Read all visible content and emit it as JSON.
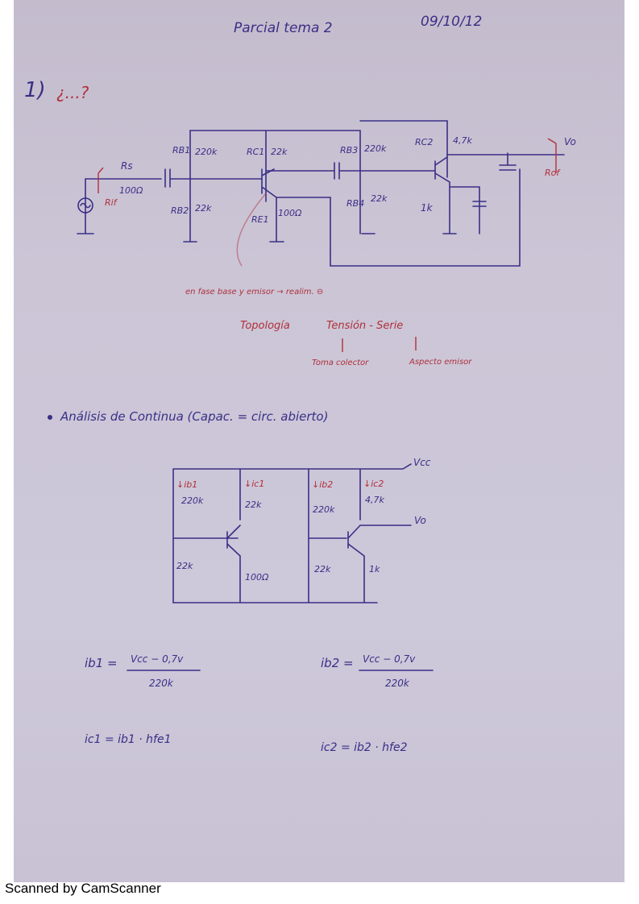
{
  "header": {
    "title": "Parcial tema 2",
    "date": "09/10/12"
  },
  "problem": {
    "number": "1)",
    "question": "¿...?"
  },
  "circuit1": {
    "labels": {
      "rs": "Rs",
      "rs_val": "100Ω",
      "rif": "Rif",
      "rb1": "RB1",
      "rb1_val": "220k",
      "rb2": "RB2",
      "rb2_val": "22k",
      "rc1": "RC1",
      "rc1_val": "22k",
      "re1": "RE1",
      "re1_val": "100Ω",
      "rb3": "RB3",
      "rb3_val": "220k",
      "rb4": "RB4",
      "rb4_val": "22k",
      "rc2": "RC2",
      "rc2_val": "4,7k",
      "re2_val": "1k",
      "vo": "Vo",
      "rof": "Rof"
    },
    "note": "en fase base y emisor → realim. ⊖"
  },
  "topology": {
    "label": "Topología",
    "type": "Tensión - Serie",
    "left_branch": "Toma colector",
    "right_branch": "Aspecto emisor"
  },
  "analysis": {
    "heading": "Análisis de Continua (Capac. = circ. abierto)"
  },
  "circuit2": {
    "labels": {
      "vcc": "Vcc",
      "vo": "Vo",
      "ib1": "↓ib1",
      "ic1": "↓ic1",
      "ib2": "↓ib2",
      "ic2": "↓ic2",
      "r1": "220k",
      "r2": "22k",
      "r3": "22k",
      "r4": "100Ω",
      "r5": "220k",
      "r6": "4,7k",
      "r7": "22k",
      "r8": "1k"
    }
  },
  "equations": {
    "ib1_lhs": "ib1 =",
    "ib1_num": "Vcc − 0,7v",
    "ib1_den": "220k",
    "ib2_lhs": "ib2 =",
    "ib2_num": "Vcc − 0,7v",
    "ib2_den": "220k",
    "ic1": "ic1 = ib1 · hfe1",
    "ic2": "ic2 = ib2 · hfe2"
  },
  "footer": {
    "text": "Scanned by CamScanner"
  }
}
